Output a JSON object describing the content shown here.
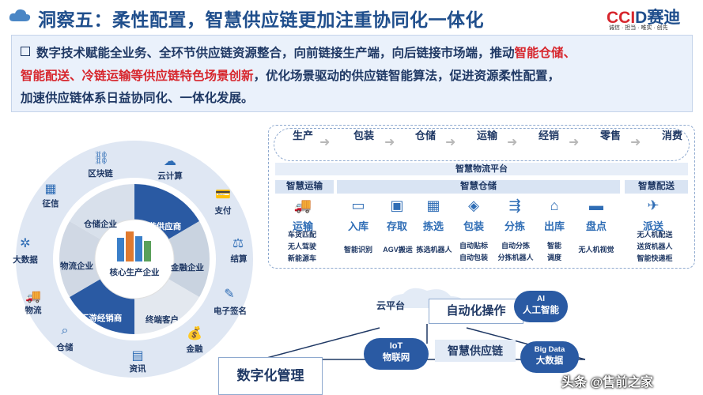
{
  "header": {
    "title": "洞察五：柔性配置，智慧供应链更加注重协同化一体化",
    "brand_name_part1": "CCI",
    "brand_name_part2": "D赛迪",
    "brand_slogan": "诚信 · 担当 · 唯实 · 创先"
  },
  "intro": {
    "p1": "数字技术赋能全业务、全环节供应链资源整合，向前链接生产端，向后链接市场端，推动",
    "h1": "智能仓储、",
    "h2": "智能配送、冷链运输等供应链特色场景创新",
    "p2": "，优化场景驱动的供应链智能算法，促进资源柔性配置，",
    "p3": "加速供应链体系日益协同化、一体化发展。"
  },
  "ring": {
    "center": "核心生产企业",
    "inner": [
      "仓储企业",
      "上游供应商",
      "金融企业",
      "终端客户",
      "下游经销商",
      "物流企业"
    ],
    "outer": [
      "区块链",
      "云计算",
      "支付",
      "结算",
      "电子签名",
      "金融",
      "资讯",
      "仓储",
      "物流",
      "大数据",
      "征信"
    ]
  },
  "chain": {
    "stages": [
      "生产",
      "包装",
      "仓储",
      "运输",
      "经销",
      "零售",
      "消费"
    ],
    "platform": "智慧物流平台",
    "categories": [
      "智慧运输",
      "智慧仓储",
      "智慧配送"
    ],
    "columns": [
      {
        "label": "运输",
        "sub": [
          "车货匹配",
          "无人驾驶",
          "新能源车"
        ]
      },
      {
        "label": "入库",
        "sub": [
          "智能识别"
        ]
      },
      {
        "label": "存取",
        "sub": [
          "AGV搬运"
        ]
      },
      {
        "label": "拣选",
        "sub": [
          "拣选机器人"
        ]
      },
      {
        "label": "包装",
        "sub": [
          "自动贴标",
          "自动包装"
        ]
      },
      {
        "label": "分拣",
        "sub": [
          "自动分拣",
          "分拣机器人"
        ]
      },
      {
        "label": "出库",
        "sub": [
          "智能",
          "调度"
        ]
      },
      {
        "label": "盘点",
        "sub": [
          "无人机视觉"
        ]
      },
      {
        "label": "派送",
        "sub": [
          "无人机配送",
          "送货机器人",
          "智能快递柜"
        ]
      }
    ]
  },
  "bottom": {
    "cloud": "云平台",
    "auto": "自动化操作",
    "ai_abbr": "AI",
    "ai": "人工智能",
    "iot_abbr": "IoT",
    "iot": "物联网",
    "scm": "智慧供应链",
    "bd_abbr": "Big Data",
    "bd": "大数据",
    "digital": "数字化管理"
  },
  "watermark": "头条 @售前之家",
  "colors": {
    "title_blue": "#1f4e8c",
    "highlight_red": "#d7262d",
    "ring_blue": "#2a5aa3"
  }
}
